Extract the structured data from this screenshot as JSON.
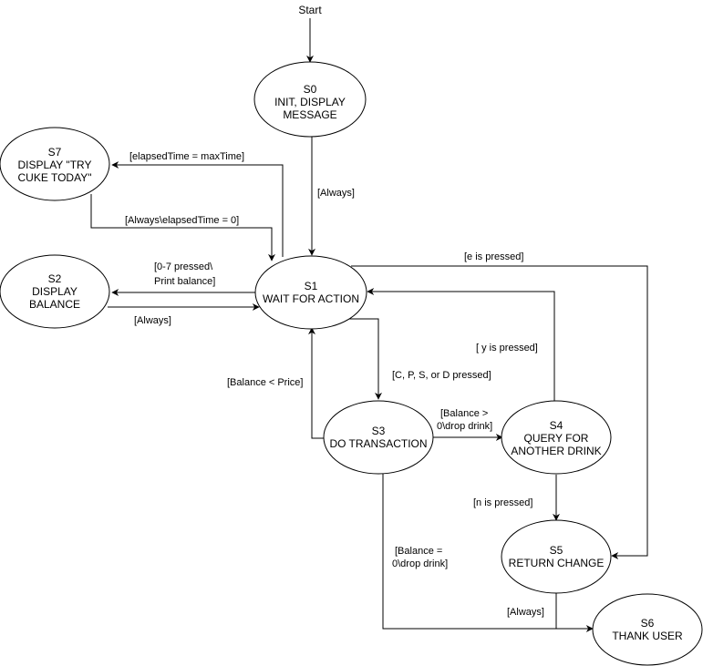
{
  "start_label": "Start",
  "states": {
    "s0": {
      "line1": "S0",
      "line2": "INIT, DISPLAY",
      "line3": "MESSAGE"
    },
    "s1": {
      "line1": "S1",
      "line2": "WAIT FOR ACTION"
    },
    "s2": {
      "line1": "S2",
      "line2": "DISPLAY",
      "line3": "BALANCE"
    },
    "s3": {
      "line1": "S3",
      "line2": "DO TRANSACTION"
    },
    "s4": {
      "line1": "S4",
      "line2": "QUERY FOR",
      "line3": "ANOTHER DRINK"
    },
    "s5": {
      "line1": "S5",
      "line2": "RETURN CHANGE"
    },
    "s6": {
      "line1": "S6",
      "line2": "THANK USER"
    },
    "s7": {
      "line1": "S7",
      "line2": "DISPLAY \"TRY",
      "line3": "CUKE TODAY\""
    }
  },
  "transitions": {
    "s0_s1": "[Always]",
    "s1_s7": "[elapsedTime = maxTime]",
    "s7_s1": "[Always\\elapsedTime = 0]",
    "s1_s2_line1": "[0-7 pressed\\",
    "s1_s2_line2": "Print balance]",
    "s2_s1": "[Always]",
    "s1_s5": "[e is pressed]",
    "s4_s1": "[ y is pressed]",
    "s1_s3": "[C, P, S, or D pressed]",
    "s3_s1": "[Balance < Price]",
    "s3_s4_line1": "[Balance >",
    "s3_s4_line2": "0\\drop drink]",
    "s4_s5": "[n is pressed]",
    "s3_s6_line1": "[Balance =",
    "s3_s6_line2": "0\\drop drink]",
    "s5_s6": "[Always]"
  }
}
